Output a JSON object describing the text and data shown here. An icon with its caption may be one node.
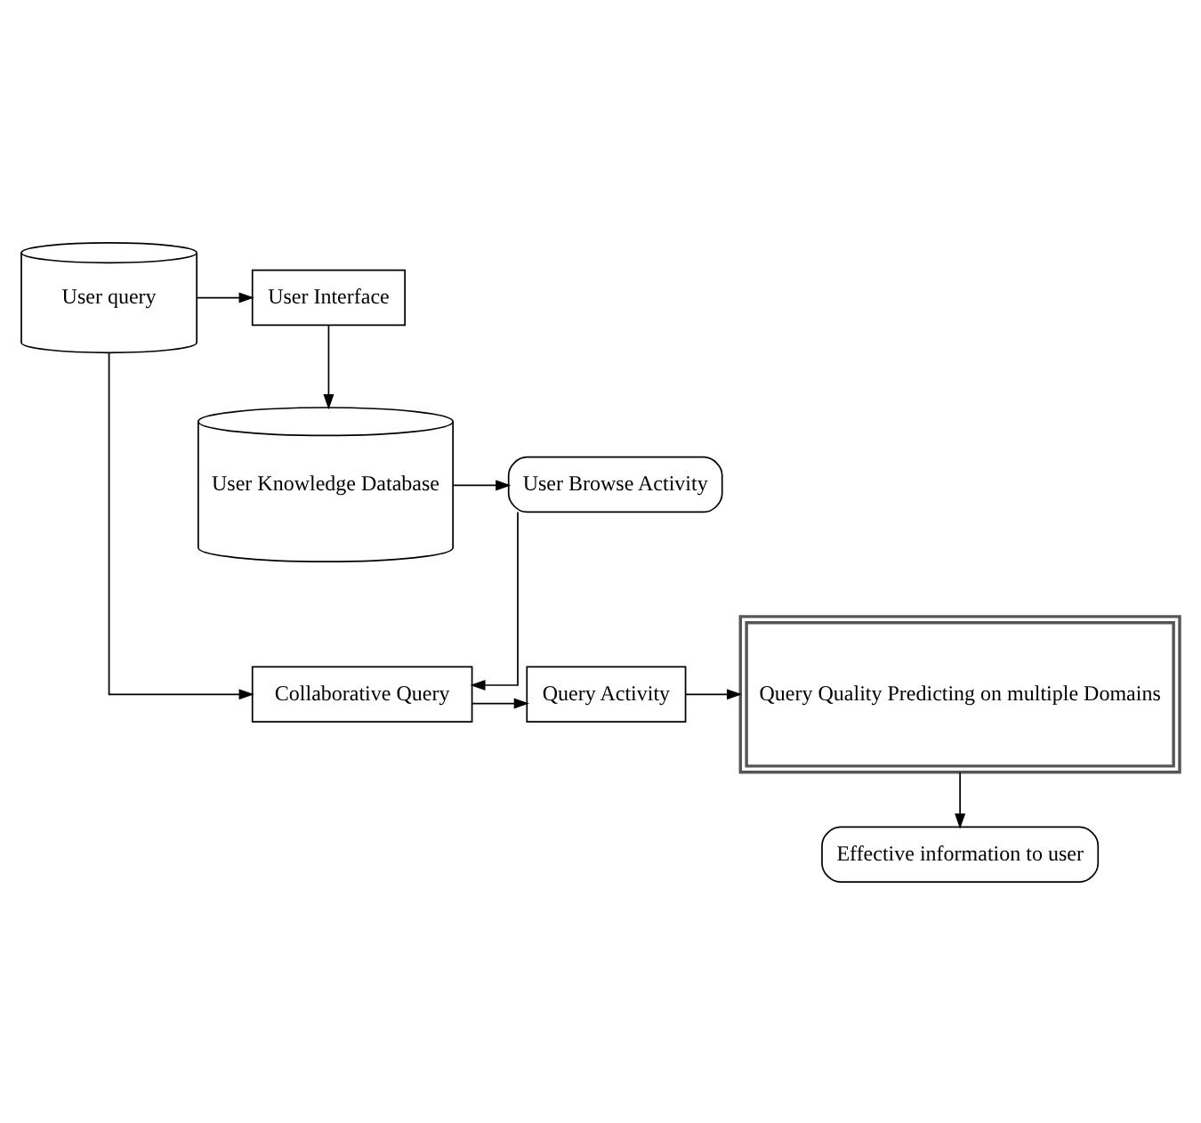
{
  "diagram": {
    "nodes": [
      {
        "text": [
          "User query"
        ]
      },
      {
        "text": [
          "User Interface"
        ]
      },
      {
        "text": [
          "User Knowledge Database"
        ]
      },
      {
        "text": [
          "User Browse Activity"
        ]
      },
      {
        "text": [
          "Collaborative Query"
        ]
      },
      {
        "text": [
          "Query Activity"
        ]
      },
      {
        "text": [
          "Query Quality Predicting on multiple Domains"
        ]
      },
      {
        "text": [
          "Effective information to user"
        ]
      }
    ],
    "edges": [
      {
        "from": 0,
        "to": 1,
        "arrow": "to"
      },
      {
        "from": 1,
        "to": 2,
        "arrow": "to"
      },
      {
        "from": 2,
        "to": 3,
        "arrow": "to"
      },
      {
        "from": 0,
        "to": 4,
        "arrow": "to"
      },
      {
        "from": 3,
        "to": 4,
        "arrow": "to"
      },
      {
        "from": 4,
        "to": 5,
        "arrow": "to"
      },
      {
        "from": 5,
        "to": 6,
        "arrow": "to"
      },
      {
        "from": 6,
        "to": 7,
        "arrow": "to"
      }
    ]
  }
}
